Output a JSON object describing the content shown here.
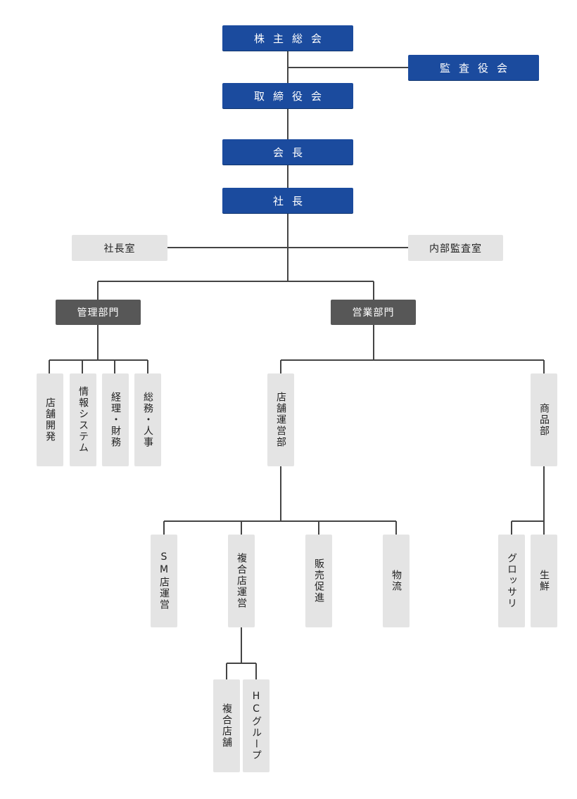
{
  "top": {
    "shareholders": "株主総会",
    "auditors": "監査役会",
    "board": "取締役会",
    "chairman": "会長",
    "president": "社長"
  },
  "staff": {
    "president_office": "社長室",
    "internal_audit": "内部監査室"
  },
  "divisions": {
    "admin": "管理部門",
    "sales": "営業部門"
  },
  "admin_departments": [
    "店舗開発",
    "情報システム",
    "経理・財務",
    "総務・人事"
  ],
  "sales_departments": {
    "store_ops": "店舗運営部",
    "merchandise": "商品部"
  },
  "store_ops_sections": [
    "SM店運営",
    "複合店運営",
    "販売促進",
    "物流"
  ],
  "complex_sections": [
    "複合店舗",
    "HCグループ"
  ],
  "merchandise_sections": [
    "グロッサリ",
    "生鮮"
  ],
  "colors": {
    "blue": "#1b4b9e",
    "dark": "#575757",
    "light": "#e4e4e4",
    "line": "#444444"
  }
}
